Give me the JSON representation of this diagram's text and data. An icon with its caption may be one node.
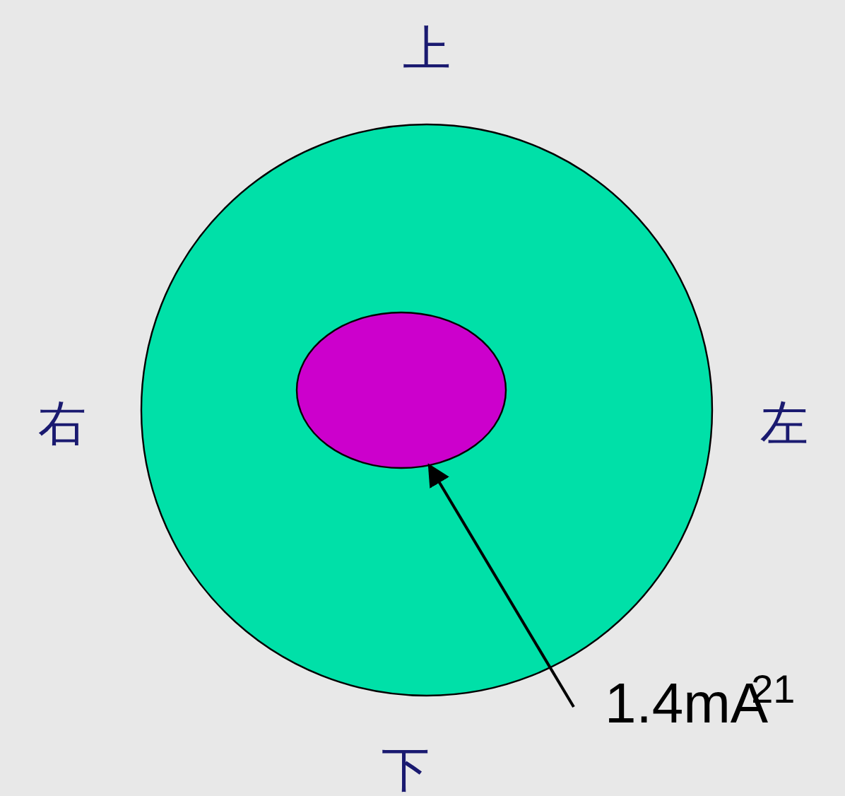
{
  "diagram": {
    "nodes": [
      {
        "text": [],
        "shape": "circle"
      },
      {
        "text": [],
        "shape": "ellipse",
        "in": 0
      },
      {
        "text": [
          "1.4mA$^{21}$"
        ]
      }
    ],
    "edges": [
      {
        "from": 2,
        "to": 1,
        "arrow": "to"
      }
    ],
    "labels": [
      "上",
      "右",
      "左",
      "下"
    ]
  }
}
